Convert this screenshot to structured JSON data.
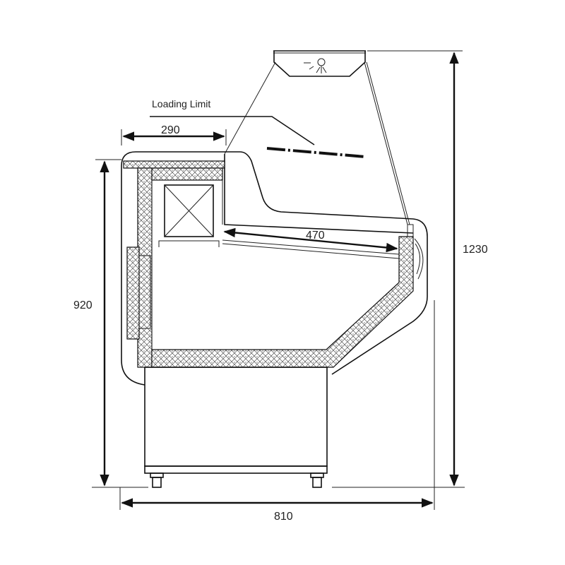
{
  "labels": {
    "loading_limit": "Loading Limit",
    "dim_top_shelf": "290",
    "dim_shelf": "470",
    "dim_height_counter": "920",
    "dim_height_total": "1230",
    "dim_depth": "810"
  },
  "icons": {
    "lamp": "light-bulb-icon"
  },
  "colors": {
    "line": "#111111",
    "background": "#ffffff"
  }
}
